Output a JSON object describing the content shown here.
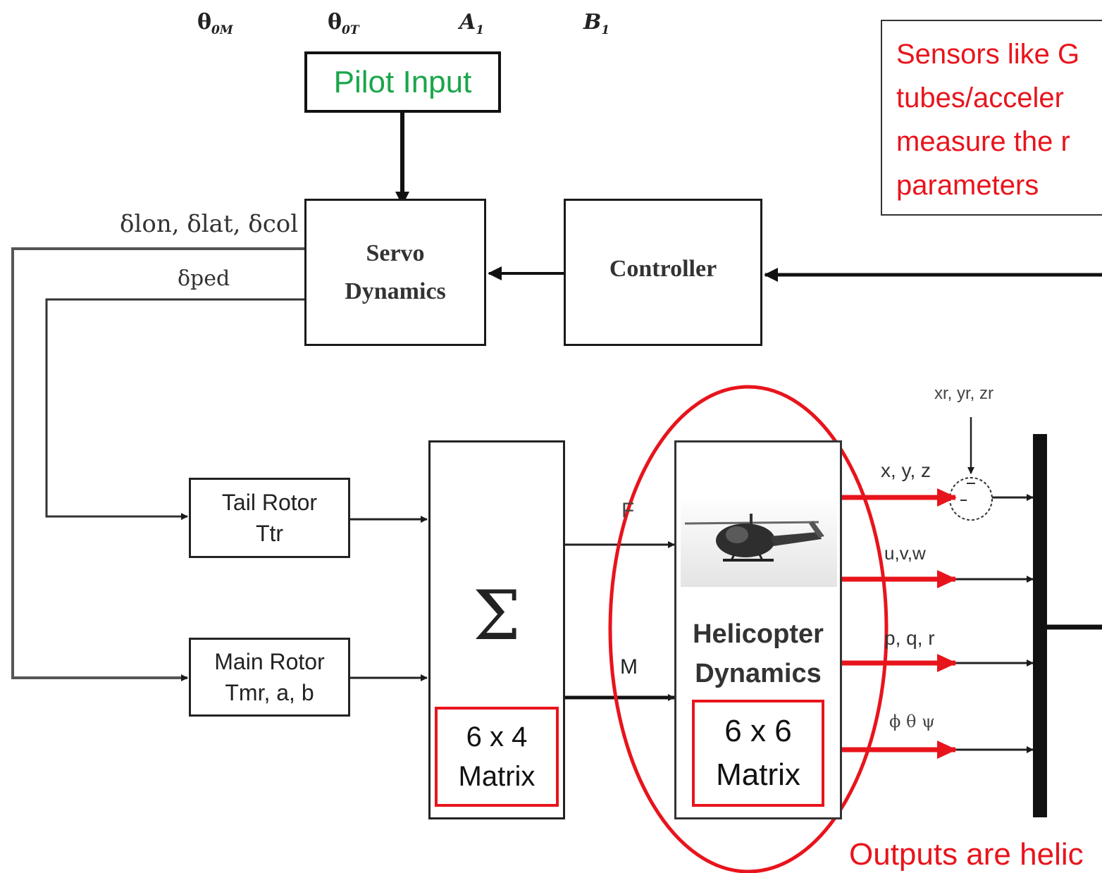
{
  "top_symbols": {
    "theta_m": "θ",
    "theta_m_sub": "0M",
    "theta_t": "θ",
    "theta_t_sub": "0T",
    "a1": "A",
    "a1_sub": "1",
    "b1": "B",
    "b1_sub": "1"
  },
  "pilot_input": {
    "label": "Pilot Input",
    "color": "#1aa64a"
  },
  "servo": {
    "line1": "Servo",
    "line2": "Dynamics"
  },
  "controller": {
    "label": "Controller"
  },
  "signals": {
    "delta_lon_lat_col": "δlon, δlat, δcol",
    "delta_ped": "δped",
    "F": "F",
    "M": "M",
    "xyz": "x, y, z",
    "uvw": "u,v,w",
    "pqr": "p, q, r",
    "angles": "ϕ θ ψ",
    "ref": "xr, yr, zr"
  },
  "tail_rotor": {
    "line1": "Tail Rotor",
    "line2": "Ttr"
  },
  "main_rotor": {
    "line1": "Main Rotor",
    "line2": "Tmr, a, b"
  },
  "sum_block": {
    "symbol": "Σ",
    "matrix_line1": "6 x 4",
    "matrix_line2": "Matrix"
  },
  "heli_block": {
    "line1": "Helicopter",
    "line2": "Dynamics",
    "matrix_line1": "6 x 6",
    "matrix_line2": "Matrix"
  },
  "annotations": {
    "sensors": [
      "Sensors like G",
      "tubes/acceler",
      "measure the r",
      "parameters"
    ],
    "outputs": "Outputs are helic"
  },
  "colors": {
    "accent_red": "#e8141c",
    "pilot_green": "#1aa64a"
  }
}
